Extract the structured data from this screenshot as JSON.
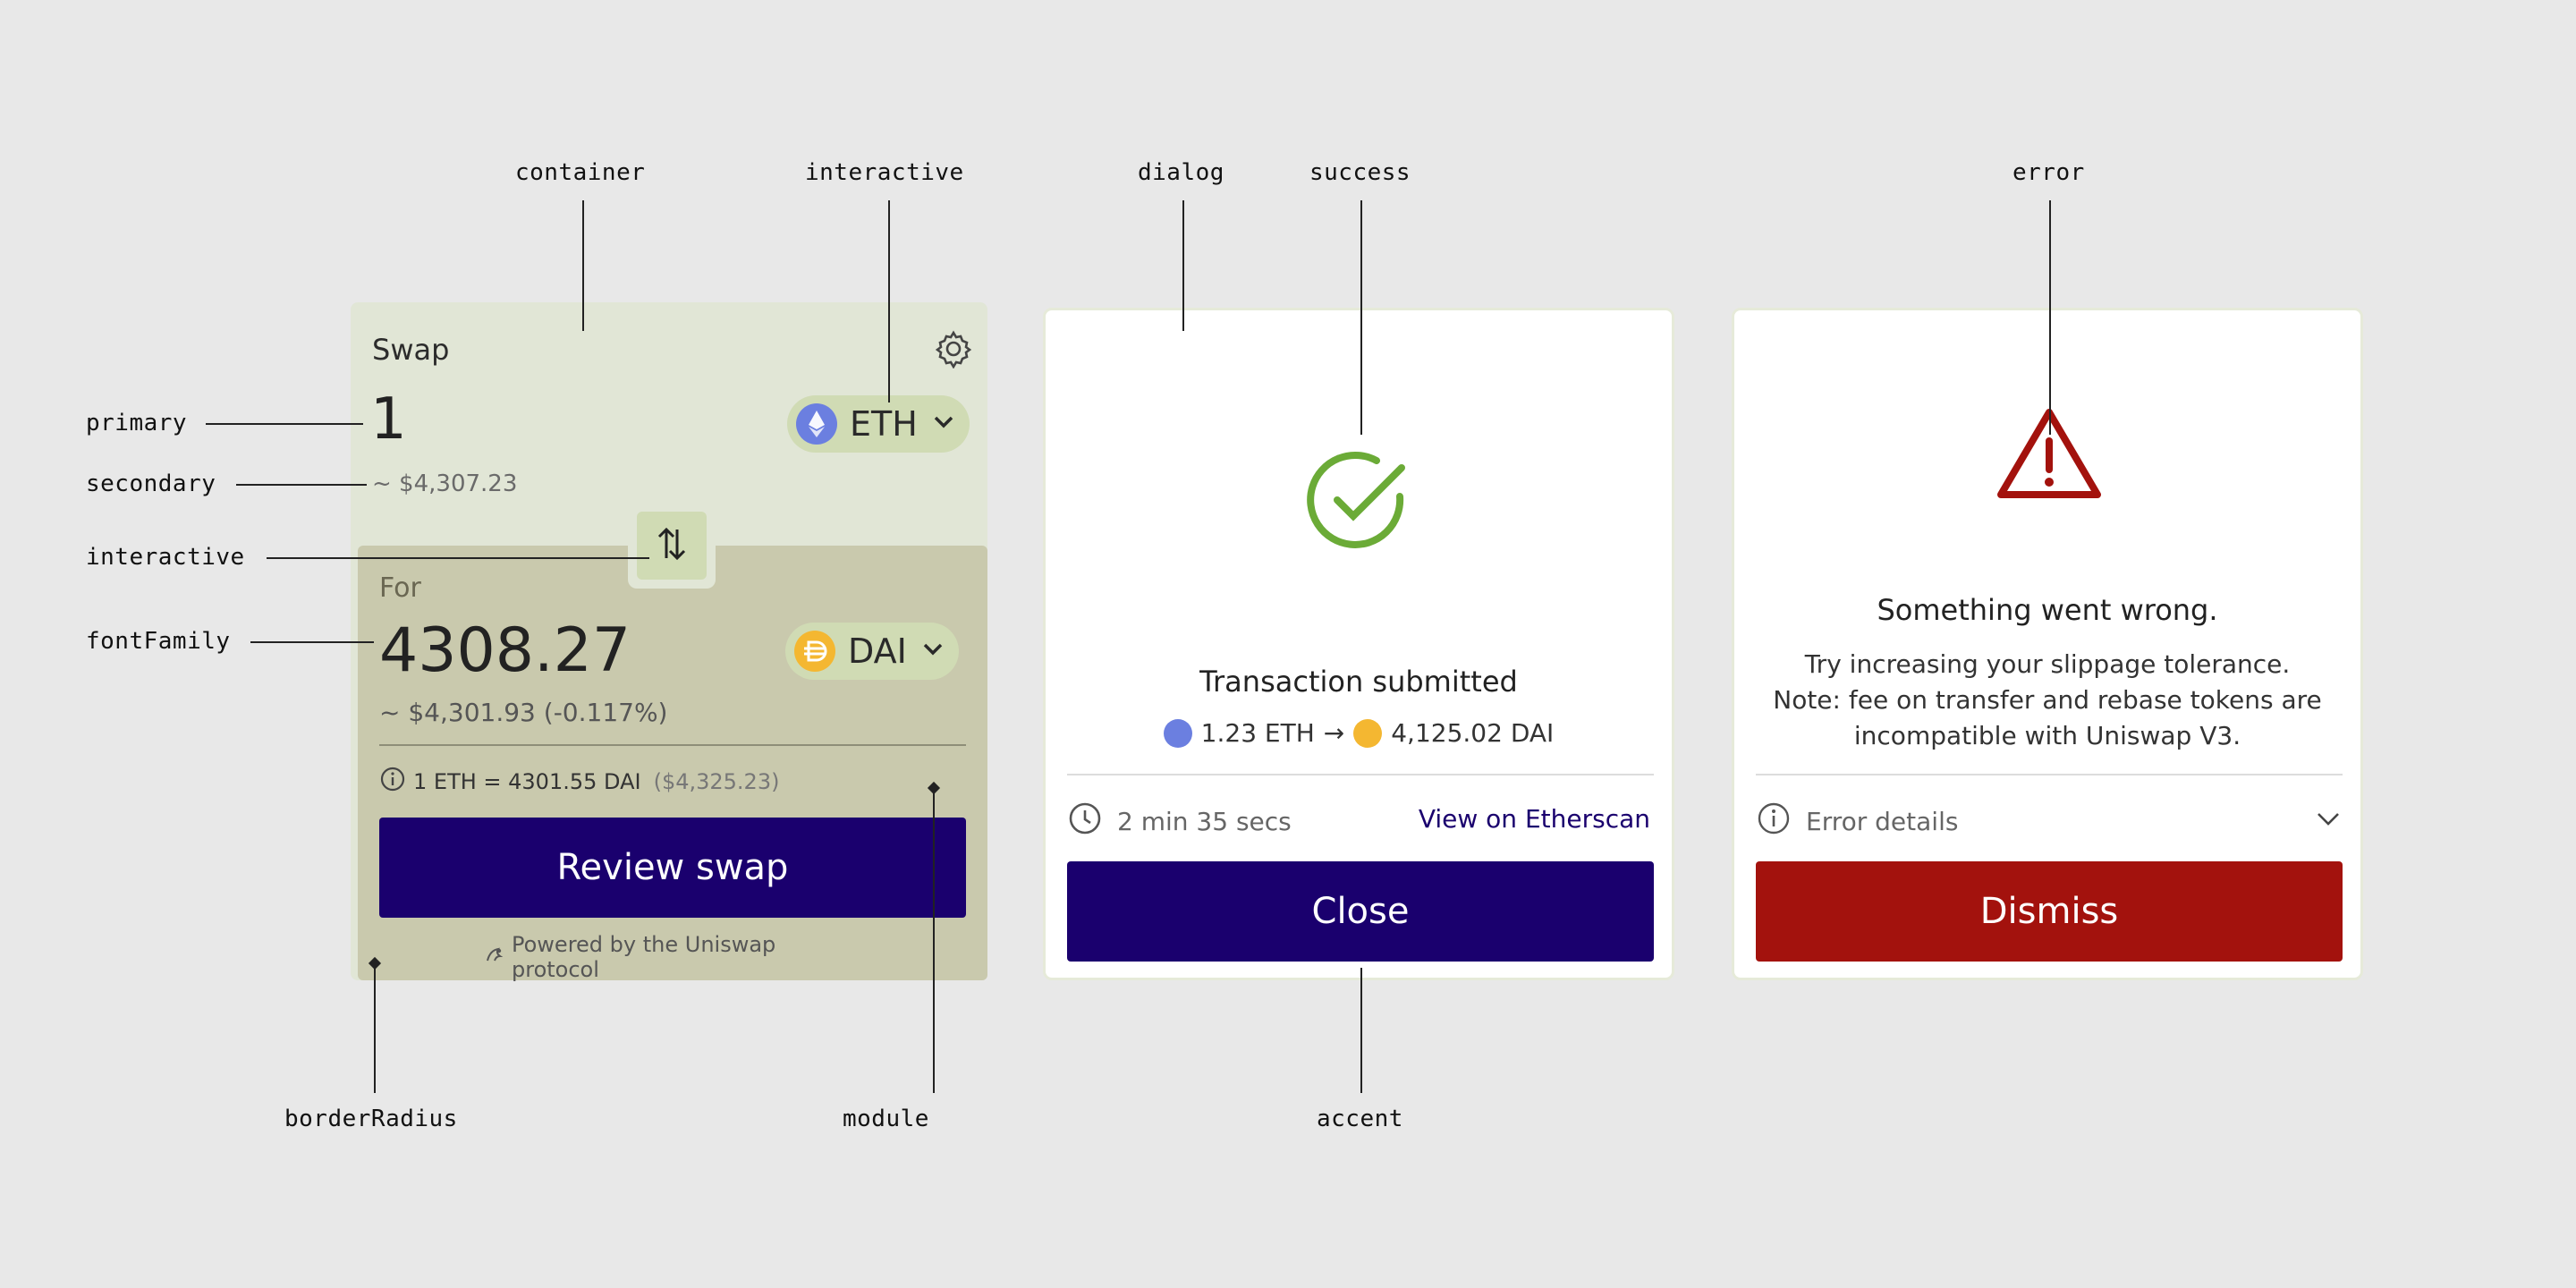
{
  "annotations": {
    "container": "container",
    "interactive_top": "interactive",
    "dialog": "dialog",
    "success": "success",
    "error": "error",
    "primary": "primary",
    "secondary": "secondary",
    "interactive_left": "interactive",
    "fontFamily": "fontFamily",
    "borderRadius": "borderRadius",
    "module": "module",
    "accent": "accent"
  },
  "swap": {
    "title": "Swap",
    "input_amount": "1",
    "input_token": "ETH",
    "input_usd": "~ $4,307.23",
    "output_label": "For",
    "output_amount": "4308.27",
    "output_token": "DAI",
    "output_usd": "~ $4,301.93 (-0.117%)",
    "rate": "1 ETH = 4301.55 DAI",
    "rate_usd": "($4,325.23)",
    "review_button": "Review swap",
    "powered_by": "Powered by the Uniswap protocol"
  },
  "success_dialog": {
    "title": "Transaction submitted",
    "from_amount": "1.23 ETH",
    "arrow": "→",
    "to_amount": "4,125.02 DAI",
    "elapsed": "2 min 35 secs",
    "etherscan_link": "View on Etherscan",
    "close_button": "Close"
  },
  "error_dialog": {
    "title": "Something went wrong.",
    "message_line1": "Try increasing your slippage tolerance.",
    "message_line2": "Note: fee on transfer and rebase tokens are",
    "message_line3": "incompatible with Uniswap V3.",
    "details_label": "Error details",
    "dismiss_button": "Dismiss"
  },
  "colors": {
    "background": "#e8e8e8",
    "container": "#e1e6d6",
    "module": "#c9c9ad",
    "interactive": "#d0dbb4",
    "accent": "#1a006e",
    "success": "#6bab37",
    "error": "#a3120d"
  },
  "icons": [
    "gear-icon",
    "eth-icon",
    "dai-icon",
    "chevron-down-icon",
    "swap-arrows-icon",
    "info-icon",
    "uniswap-icon",
    "check-circle-icon",
    "clock-icon",
    "warning-triangle-icon"
  ]
}
